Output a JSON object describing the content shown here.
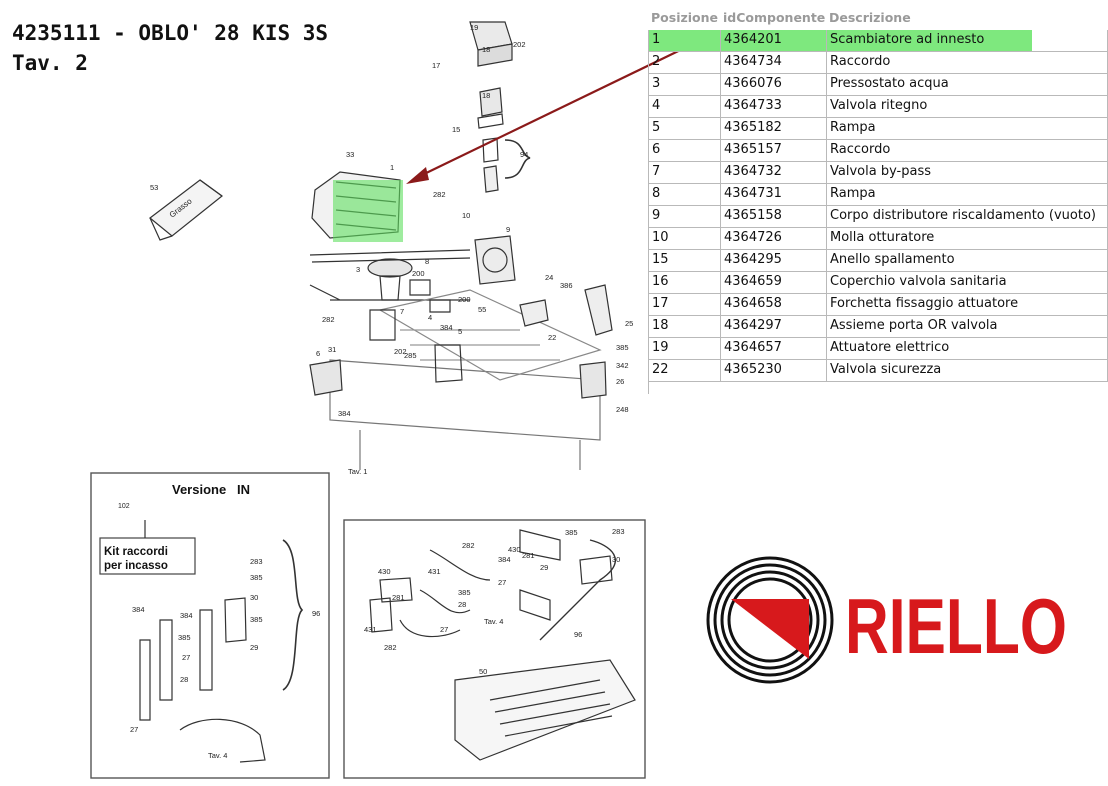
{
  "header": {
    "line1": "4235111 - OBLO' 28 KIS 3S",
    "line2": "Tav. 2"
  },
  "parts_table": {
    "columns": [
      "Posizione",
      "idComponente",
      "Descrizione"
    ],
    "highlighted_row": 0,
    "rows": [
      {
        "pos": "1",
        "id": "4364201",
        "desc": "Scambiatore ad innesto"
      },
      {
        "pos": "2",
        "id": "4364734",
        "desc": "Raccordo"
      },
      {
        "pos": "3",
        "id": "4366076",
        "desc": "Pressostato acqua"
      },
      {
        "pos": "4",
        "id": "4364733",
        "desc": "Valvola ritegno"
      },
      {
        "pos": "5",
        "id": "4365182",
        "desc": "Rampa"
      },
      {
        "pos": "6",
        "id": "4365157",
        "desc": "Raccordo"
      },
      {
        "pos": "7",
        "id": "4364732",
        "desc": "Valvola by-pass"
      },
      {
        "pos": "8",
        "id": "4364731",
        "desc": "Rampa"
      },
      {
        "pos": "9",
        "id": "4365158",
        "desc": "Corpo distributore riscaldamento (vuoto)"
      },
      {
        "pos": "10",
        "id": "4364726",
        "desc": "Molla otturatore"
      },
      {
        "pos": "15",
        "id": "4364295",
        "desc": "Anello spallamento"
      },
      {
        "pos": "16",
        "id": "4364659",
        "desc": "Coperchio valvola sanitaria"
      },
      {
        "pos": "17",
        "id": "4364658",
        "desc": "Forchetta fissaggio attuatore"
      },
      {
        "pos": "18",
        "id": "4364297",
        "desc": "Assieme porta OR valvola"
      },
      {
        "pos": "19",
        "id": "4364657",
        "desc": "Attuatore elettrico"
      },
      {
        "pos": "22",
        "id": "4365230",
        "desc": "Valvola sicurezza"
      }
    ]
  },
  "drawing": {
    "callouts_main": [
      "19",
      "18",
      "202",
      "17",
      "18",
      "15",
      "94",
      "33",
      "1",
      "53",
      "282",
      "10",
      "9",
      "3",
      "200",
      "8",
      "200",
      "24",
      "386",
      "25",
      "282",
      "7",
      "4",
      "5",
      "384",
      "6",
      "31",
      "202",
      "285",
      "55",
      "22",
      "385",
      "342",
      "26",
      "384",
      "248",
      "Tav. 1"
    ],
    "grease_label": "Grasso",
    "version_box": {
      "title": "Versione   IN",
      "callout_kit": "102",
      "kit_label_1": "Kit raccordi",
      "kit_label_2": "per incasso",
      "callouts": [
        "283",
        "385",
        "384",
        "384",
        "385",
        "30",
        "385",
        "27",
        "29",
        "28",
        "27",
        "96",
        "Tav. 4"
      ]
    },
    "kit_box": {
      "callouts": [
        "282",
        "430",
        "281",
        "385",
        "283",
        "29",
        "30",
        "431",
        "384",
        "27",
        "385",
        "28",
        "430",
        "281",
        "431",
        "282",
        "27",
        "Tav. 4",
        "96",
        "50"
      ]
    },
    "accent_color": "#8b1a1a",
    "highlight_color": "#5fe05f"
  },
  "logo": {
    "text": "RIELLO",
    "color": "#d7191c"
  }
}
